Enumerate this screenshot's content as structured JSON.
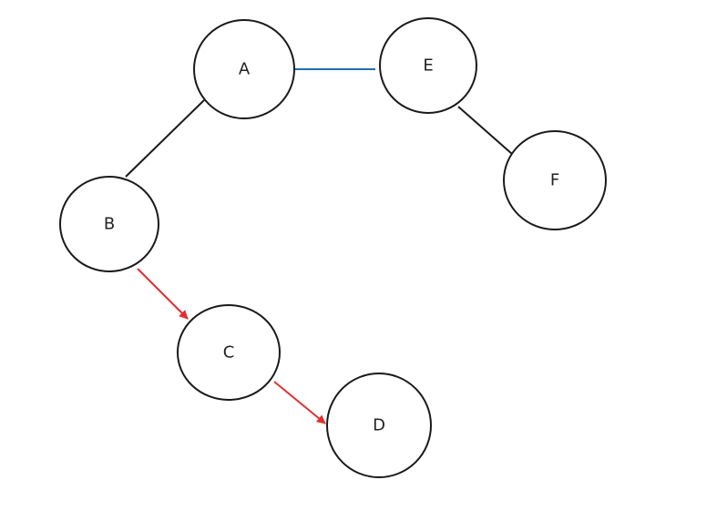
{
  "colors": {
    "node_stroke": "#1a1a1a",
    "node_fill": "#ffffff",
    "label": "#222222",
    "edge_default": "#1a1a1a",
    "edge_highlight": "#1f6fb2",
    "edge_directed": "#e03030"
  },
  "nodes": [
    {
      "id": "A",
      "label": "A"
    },
    {
      "id": "B",
      "label": "B"
    },
    {
      "id": "C",
      "label": "C"
    },
    {
      "id": "D",
      "label": "D"
    },
    {
      "id": "E",
      "label": "E"
    },
    {
      "id": "F",
      "label": "F"
    }
  ],
  "edges": [
    {
      "from": "A",
      "to": "B",
      "directed": false,
      "color_key": "edge_default"
    },
    {
      "from": "A",
      "to": "E",
      "directed": false,
      "color_key": "edge_highlight"
    },
    {
      "from": "E",
      "to": "F",
      "directed": false,
      "color_key": "edge_default"
    },
    {
      "from": "B",
      "to": "C",
      "directed": true,
      "color_key": "edge_directed"
    },
    {
      "from": "C",
      "to": "D",
      "directed": true,
      "color_key": "edge_directed"
    }
  ]
}
